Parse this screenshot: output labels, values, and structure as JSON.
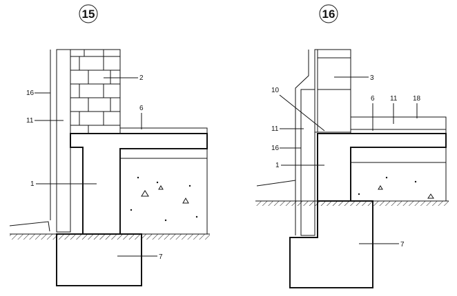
{
  "details": [
    {
      "number": "15",
      "labels": {
        "l16": "16",
        "l11": "11",
        "l1": "1",
        "l2": "2",
        "l6": "6",
        "l7": "7"
      }
    },
    {
      "number": "16",
      "labels": {
        "l10": "10",
        "l11": "11",
        "l16": "16",
        "l1": "1",
        "l3": "3",
        "l6": "6",
        "l11b": "11",
        "l18": "18",
        "l7": "7"
      }
    }
  ]
}
